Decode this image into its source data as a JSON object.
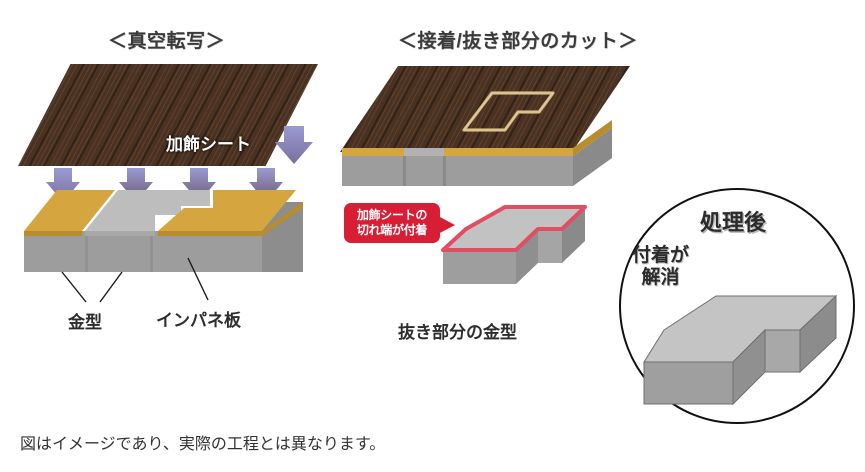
{
  "figure": {
    "caption": "図はイメージであり、実際の工程とは異なります。"
  },
  "panels": {
    "left": {
      "title": "＜真空転写＞",
      "sheet_label": "加飾シート",
      "mold_label": "金型",
      "panel_board_label": "インパネ板",
      "arrow_count": 5,
      "arrow_color": "#8e8ec8",
      "mold_color": "#d5a63f",
      "board_color": "#a0a0a0"
    },
    "middle": {
      "title": "＜接着/抜き部分のカット＞",
      "callout_line1": "加飾シートの",
      "callout_line2": "切れ端が付着",
      "callout_color": "#d81e34",
      "cut_outline_color": "#e14e63",
      "block_label": "抜き部分の金型",
      "adhesive_color": "#d5a63f"
    },
    "right": {
      "title": "処理後",
      "note_line1": "付着が",
      "note_line2": "解消",
      "block_color": "#b0b0b0",
      "circle_border_color": "#111111"
    }
  },
  "colors": {
    "wood_dark": "#4a3121",
    "wood_mid": "#6b4426",
    "wood_light": "#8a5b33",
    "gray_top": "#c2c2c2",
    "gray_front": "#9a9a9a",
    "gray_side": "#8a8a8a",
    "gold": "#d5a63f",
    "gold_edge": "#b98c2c",
    "red": "#d81e34",
    "pink_edge": "#e14e63",
    "text_dark": "#2d2d2d"
  }
}
